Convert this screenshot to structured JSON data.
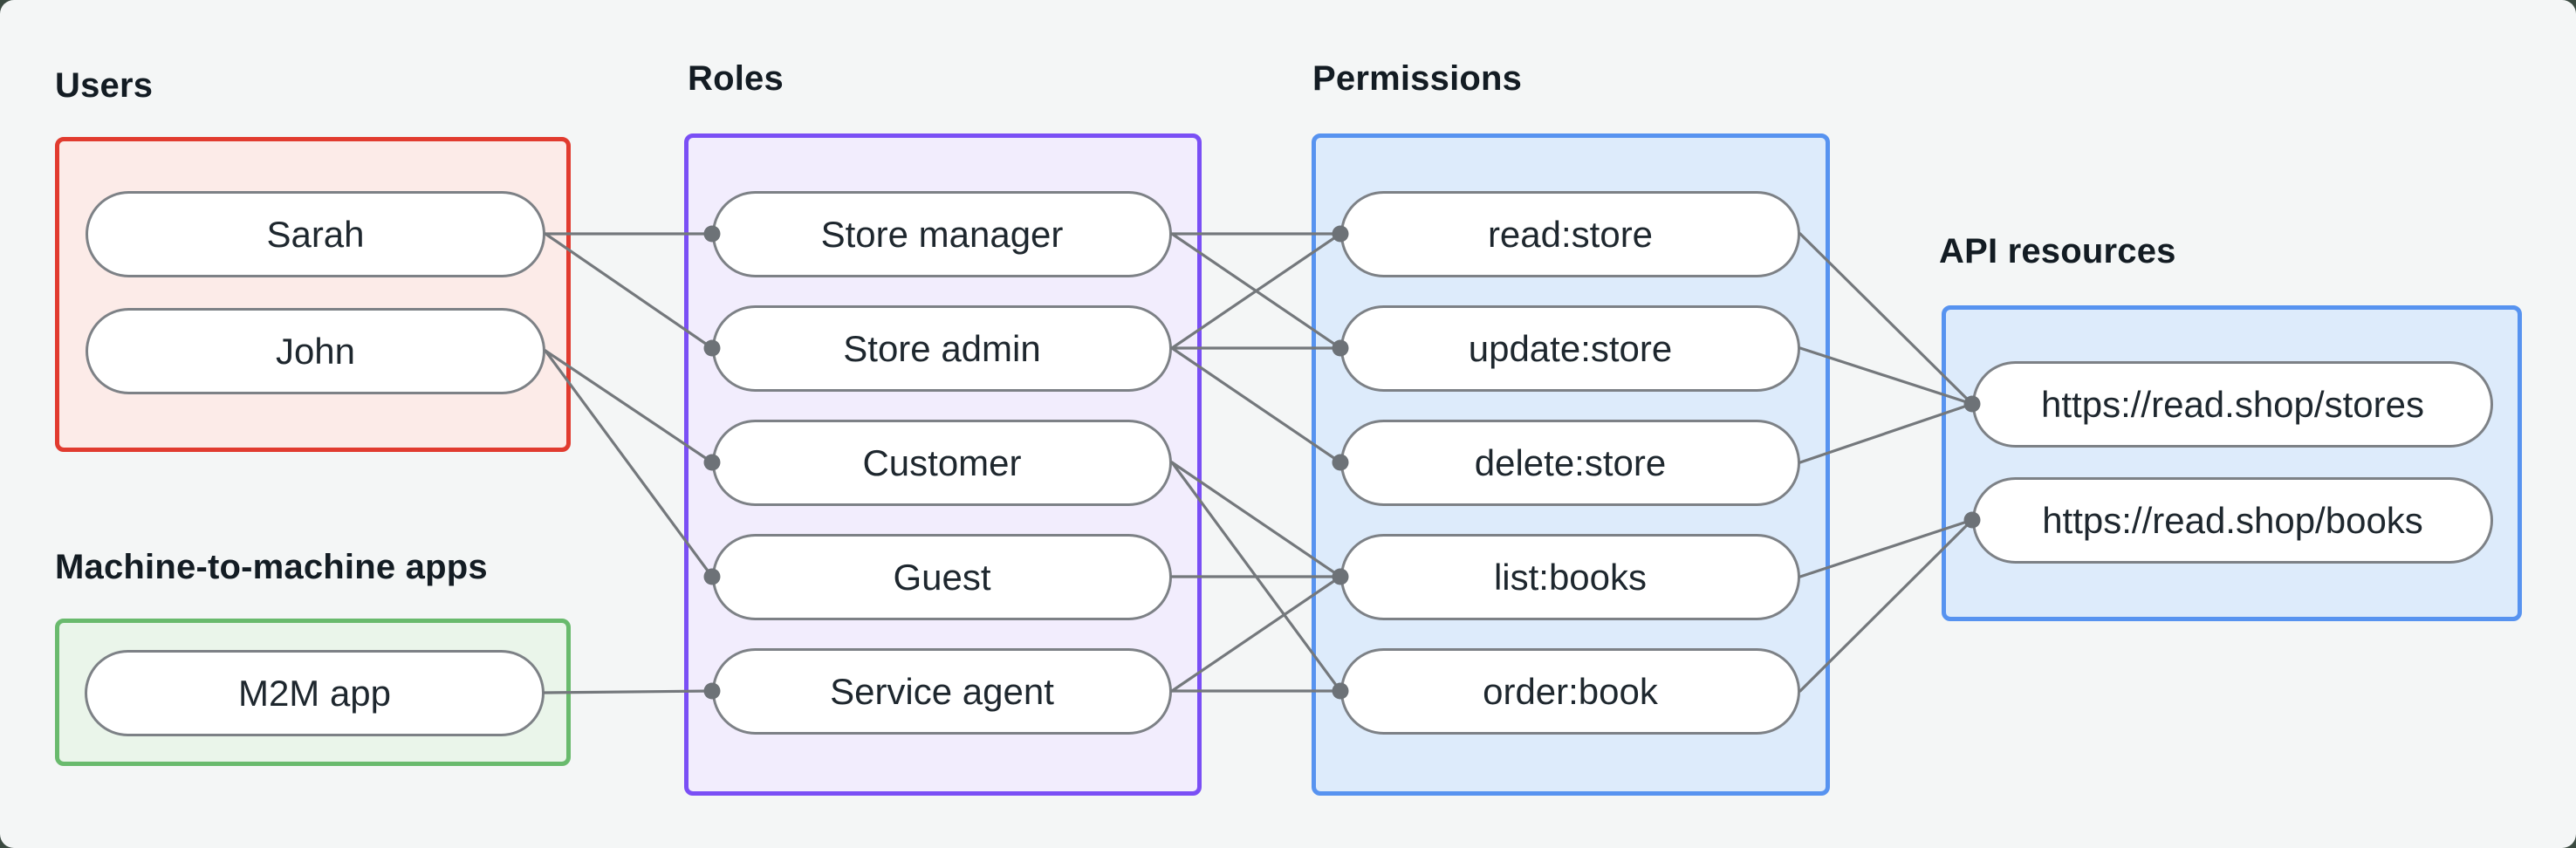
{
  "groups": {
    "users": {
      "title": "Users"
    },
    "m2m": {
      "title": "Machine-to-machine apps"
    },
    "roles": {
      "title": "Roles"
    },
    "permissions": {
      "title": "Permissions"
    },
    "api": {
      "title": "API resources"
    }
  },
  "colors": {
    "canvas_background": "#f4f6f6",
    "backdrop": "#3b4a41",
    "users_border": "#e13b2f",
    "users_fill": "#fcebe8",
    "m2m_border": "#69ba6d",
    "m2m_fill": "#eaf5ea",
    "roles_border": "#7a4ff5",
    "roles_fill": "#f2edfd",
    "permissions_border": "#5793f0",
    "permissions_fill": "#ddebfb",
    "api_border": "#5793f0",
    "api_fill": "#ddebfb",
    "pill_border": "#7d8186",
    "connector_line": "#74787c",
    "connector_dot": "#6d7277",
    "text": "#1e272e"
  },
  "diagram": {
    "nodes": {
      "sarah": {
        "label": "Sarah",
        "out": [
          625,
          268
        ]
      },
      "john": {
        "label": "John",
        "out": [
          625,
          402
        ]
      },
      "m2m-app": {
        "label": "M2M app",
        "out": [
          624,
          794
        ]
      },
      "store-manager": {
        "label": "Store manager",
        "in": [
          816,
          268
        ],
        "out": [
          1343,
          268
        ]
      },
      "store-admin": {
        "label": "Store admin",
        "in": [
          816,
          399
        ],
        "out": [
          1343,
          399
        ]
      },
      "customer": {
        "label": "Customer",
        "in": [
          816,
          530
        ],
        "out": [
          1343,
          530
        ]
      },
      "guest": {
        "label": "Guest",
        "in": [
          816,
          661
        ],
        "out": [
          1343,
          661
        ]
      },
      "service-agent": {
        "label": "Service agent",
        "in": [
          816,
          792
        ],
        "out": [
          1343,
          792
        ]
      },
      "read-store": {
        "label": "read:store",
        "in": [
          1536,
          268
        ],
        "out": [
          2063,
          268
        ]
      },
      "update-store": {
        "label": "update:store",
        "in": [
          1536,
          399
        ],
        "out": [
          2063,
          399
        ]
      },
      "delete-store": {
        "label": "delete:store",
        "in": [
          1536,
          530
        ],
        "out": [
          2063,
          530
        ]
      },
      "list-books": {
        "label": "list:books",
        "in": [
          1536,
          661
        ],
        "out": [
          2063,
          661
        ]
      },
      "order-book": {
        "label": "order:book",
        "in": [
          1536,
          792
        ],
        "out": [
          2063,
          792
        ]
      },
      "stores-api": {
        "label": "https://read.shop/stores",
        "in": [
          2260,
          463
        ]
      },
      "books-api": {
        "label": "https://read.shop/books",
        "in": [
          2260,
          596
        ]
      }
    },
    "edges": [
      [
        "sarah",
        "store-manager"
      ],
      [
        "sarah",
        "store-admin"
      ],
      [
        "john",
        "customer"
      ],
      [
        "john",
        "guest"
      ],
      [
        "m2m-app",
        "service-agent"
      ],
      [
        "store-manager",
        "read-store"
      ],
      [
        "store-manager",
        "update-store"
      ],
      [
        "store-admin",
        "read-store"
      ],
      [
        "store-admin",
        "update-store"
      ],
      [
        "store-admin",
        "delete-store"
      ],
      [
        "customer",
        "list-books"
      ],
      [
        "customer",
        "order-book"
      ],
      [
        "guest",
        "list-books"
      ],
      [
        "service-agent",
        "list-books"
      ],
      [
        "service-agent",
        "order-book"
      ],
      [
        "read-store",
        "stores-api"
      ],
      [
        "update-store",
        "stores-api"
      ],
      [
        "delete-store",
        "stores-api"
      ],
      [
        "list-books",
        "books-api"
      ],
      [
        "order-book",
        "books-api"
      ]
    ]
  }
}
